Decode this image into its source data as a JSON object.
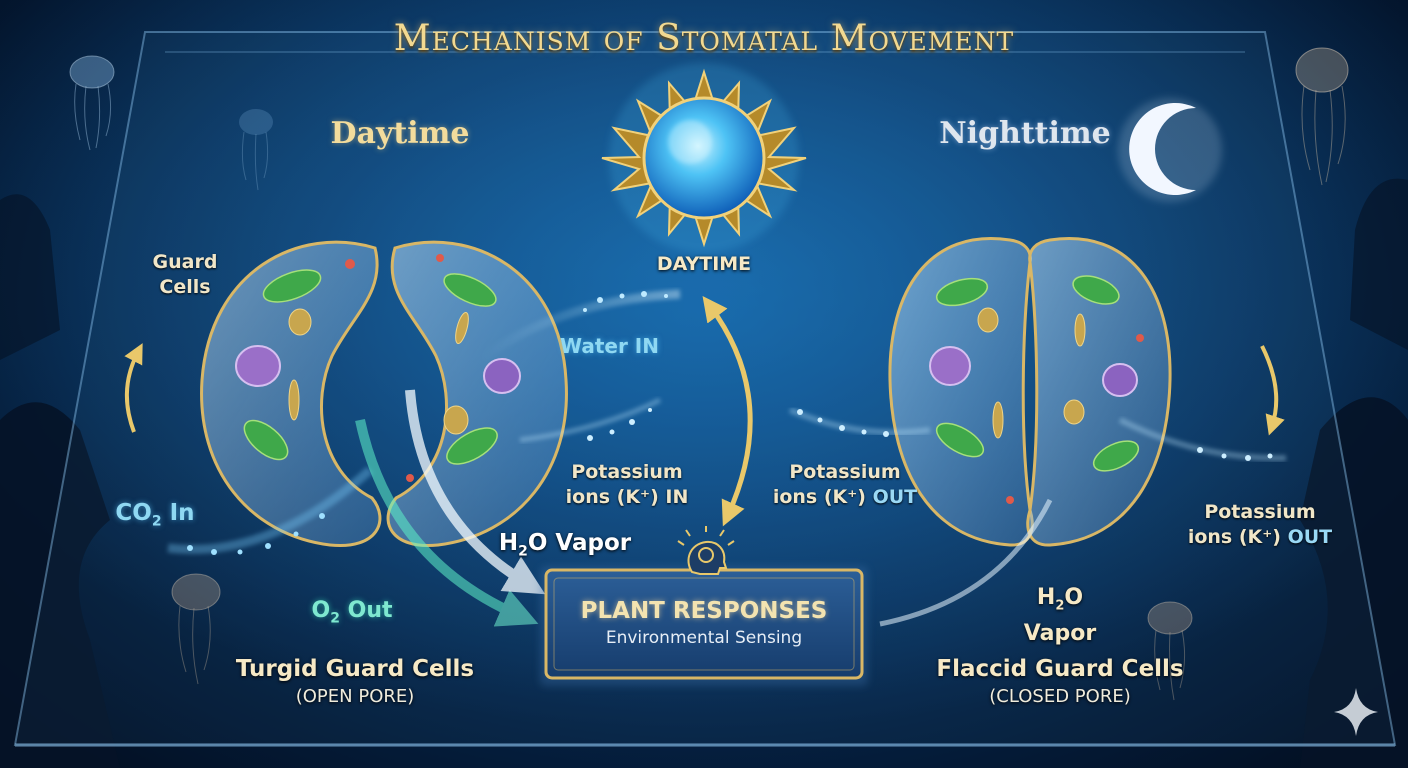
{
  "title": "Mechanism of Stomatal Movement",
  "day_heading": "Daytime",
  "night_heading": "Nighttime",
  "sun_label": "DAYTIME",
  "left": {
    "guard_line1": "Guard",
    "guard_line2": "Cells",
    "water_in": "Water IN",
    "potassium_line1": "Potassium",
    "potassium_line2": "ions (K⁺) IN",
    "co2_main": "CO",
    "co2_sub": "2",
    "co2_after": " In",
    "h2o_main": "H",
    "h2o_sub": "2",
    "h2o_after": "O Vapor",
    "o2_main": "O",
    "o2_sub": "2",
    "o2_after": " Out",
    "state": "Turgid Guard Cells",
    "pore": "(OPEN PORE)"
  },
  "right": {
    "potassium_mid_line1": "Potassium",
    "potassium_mid_prefix": "ions (K⁺) ",
    "potassium_mid_out": "OUT",
    "potassium_right_line1": "Potassium",
    "potassium_right_prefix": "ions (K⁺) ",
    "potassium_right_out": "OUT",
    "h2o_main": "H",
    "h2o_sub": "2",
    "h2o_after": "O",
    "h2o_line2": "Vapor",
    "state": "Flaccid Guard Cells",
    "pore": "(CLOSED PORE)"
  },
  "center_panel": {
    "title": "PLANT RESPONSES",
    "subtitle": "Environmental Sensing"
  },
  "icons": [
    "sun-icon",
    "moon-icon",
    "brain-head-icon",
    "sparkle-icon",
    "jellyfish-icon",
    "chloroplast-icon",
    "nucleus-icon"
  ],
  "colors": {
    "background": "#0a3a70",
    "gold": "#f2d991",
    "cyan": "#8fd8f2",
    "teal": "#7fe8d0",
    "chloroplast": "#3fa84a",
    "nucleus": "#9a6fc8"
  }
}
